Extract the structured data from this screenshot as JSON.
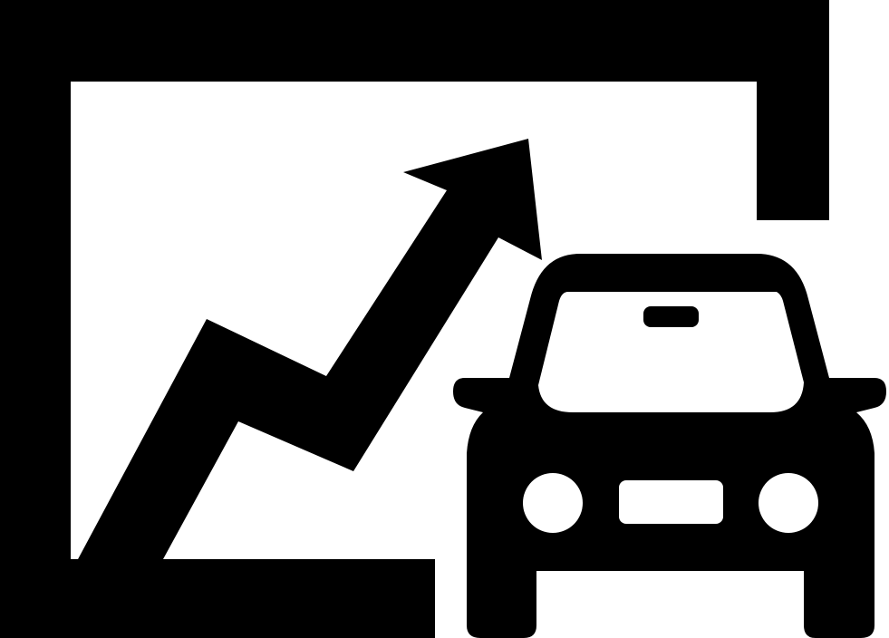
{
  "icon": {
    "name": "car-sales-growth-icon",
    "parts": [
      "chart-frame",
      "trend-arrow-up",
      "car-front"
    ],
    "colors": {
      "foreground": "#000000",
      "background": "#ffffff"
    }
  }
}
